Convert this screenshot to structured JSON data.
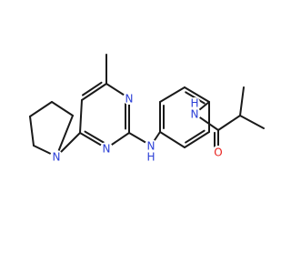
{
  "colors": {
    "bond": "#1a1a1a",
    "nitrogen": "#2b3fd6",
    "oxygen": "#e8221e",
    "carbon": "#1a1a1a",
    "background": "#ffffff"
  },
  "atoms": [
    {
      "id": "n_pyr",
      "label": "N"
    },
    {
      "id": "n_ring_a",
      "label": "N"
    },
    {
      "id": "n_ring_b",
      "label": "N"
    },
    {
      "id": "nh_link",
      "label": "N",
      "sub": "H"
    },
    {
      "id": "nh_amide",
      "label": "N",
      "sub": "H"
    },
    {
      "id": "o_amide",
      "label": "O"
    }
  ]
}
